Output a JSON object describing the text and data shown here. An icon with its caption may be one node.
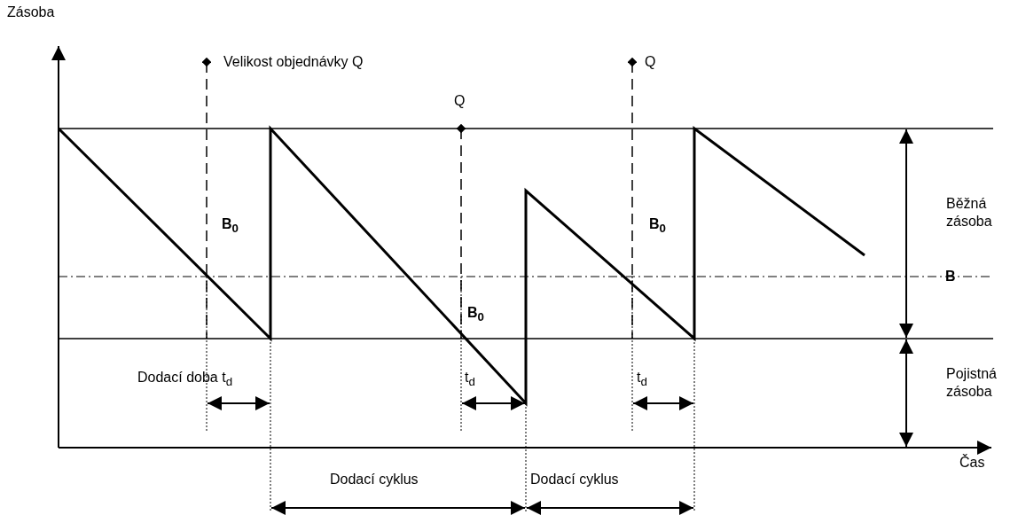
{
  "diagram": {
    "labels": [
      "Zásoba",
      "Velikost objednávky  Q",
      "Q",
      "Q",
      "Běžná zásoba",
      "B$_{0}$",
      "B$_{0}$",
      "B",
      "B$_{0}$",
      "Dodací doba t$_{d}$",
      "t$_{d}$",
      "t$_{d}$",
      "Pojistná zásoba",
      "Čas",
      "Dodací cyklus",
      "Dodací cyklus"
    ]
  }
}
